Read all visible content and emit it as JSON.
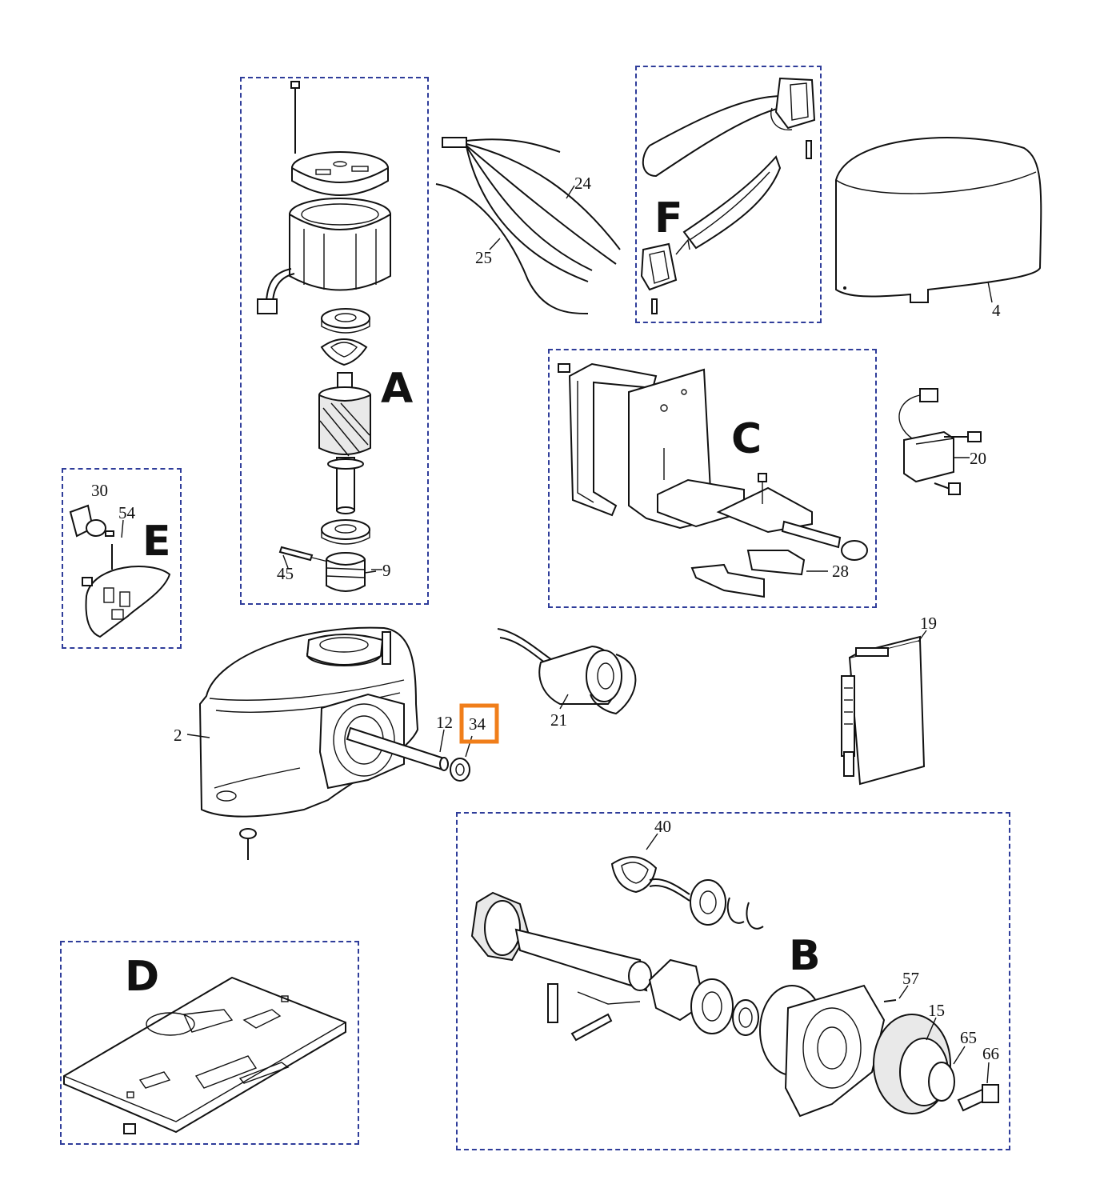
{
  "group_labels": {
    "a": "A",
    "b": "B",
    "c": "C",
    "d": "D",
    "e": "E",
    "f": "F"
  },
  "part_numbers": {
    "p2": "2",
    "p4": "4",
    "p9": "9",
    "p12": "12",
    "p15": "15",
    "p19": "19",
    "p20": "20",
    "p21": "21",
    "p24": "24",
    "p25": "25",
    "p28": "28",
    "p30": "30",
    "p34": "34",
    "p40": "40",
    "p45": "45",
    "p54": "54",
    "p57": "57",
    "p65": "65",
    "p66": "66"
  },
  "highlighted_part": "34",
  "colors": {
    "group_border": "#2f3d9a",
    "highlight": "#f07e1a",
    "line": "#111111"
  }
}
